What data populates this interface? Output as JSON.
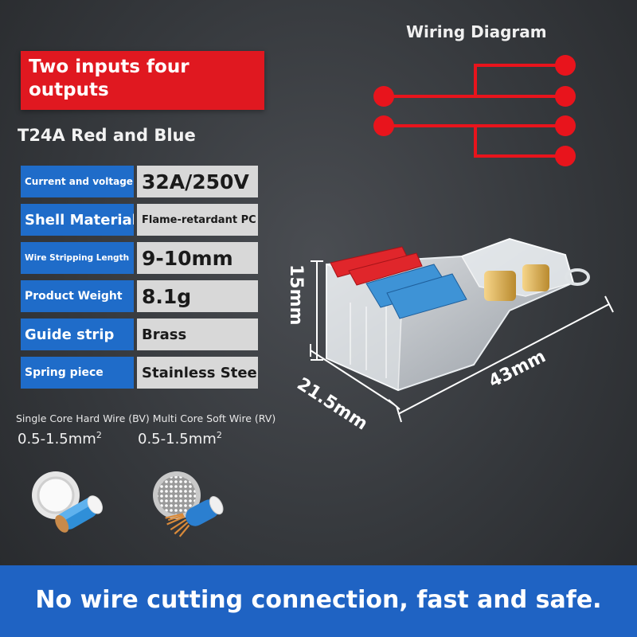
{
  "banner": {
    "text": "Two inputs four outputs"
  },
  "model": "T24A Red and Blue",
  "specs": [
    {
      "label": "Current and voltage",
      "value": "32A/250V"
    },
    {
      "label": "Shell Material",
      "value": "Flame-retardant PC"
    },
    {
      "label": "Wire Stripping Length",
      "value": "9-10mm"
    },
    {
      "label": "Product Weight",
      "value": "8.1g"
    },
    {
      "label": "Guide strip",
      "value": "Brass"
    },
    {
      "label": "Spring piece",
      "value": "Stainless Steel"
    }
  ],
  "wires": {
    "types_text": "Single Core Hard Wire (BV) Multi Core Soft Wire (RV)",
    "single_size": "0.5-1.5mm",
    "multi_size": "0.5-1.5mm",
    "superscript": "2"
  },
  "diagram": {
    "title": "Wiring Diagram"
  },
  "dimensions": {
    "height": "15mm",
    "depth": "21.5mm",
    "width": "43mm"
  },
  "footer": {
    "text": "No wire cutting connection, fast and safe."
  },
  "colors": {
    "accent_red": "#e01820",
    "accent_blue": "#1f6cc9",
    "footer_blue": "#1f63c3",
    "value_gray": "#d8d8d8"
  }
}
